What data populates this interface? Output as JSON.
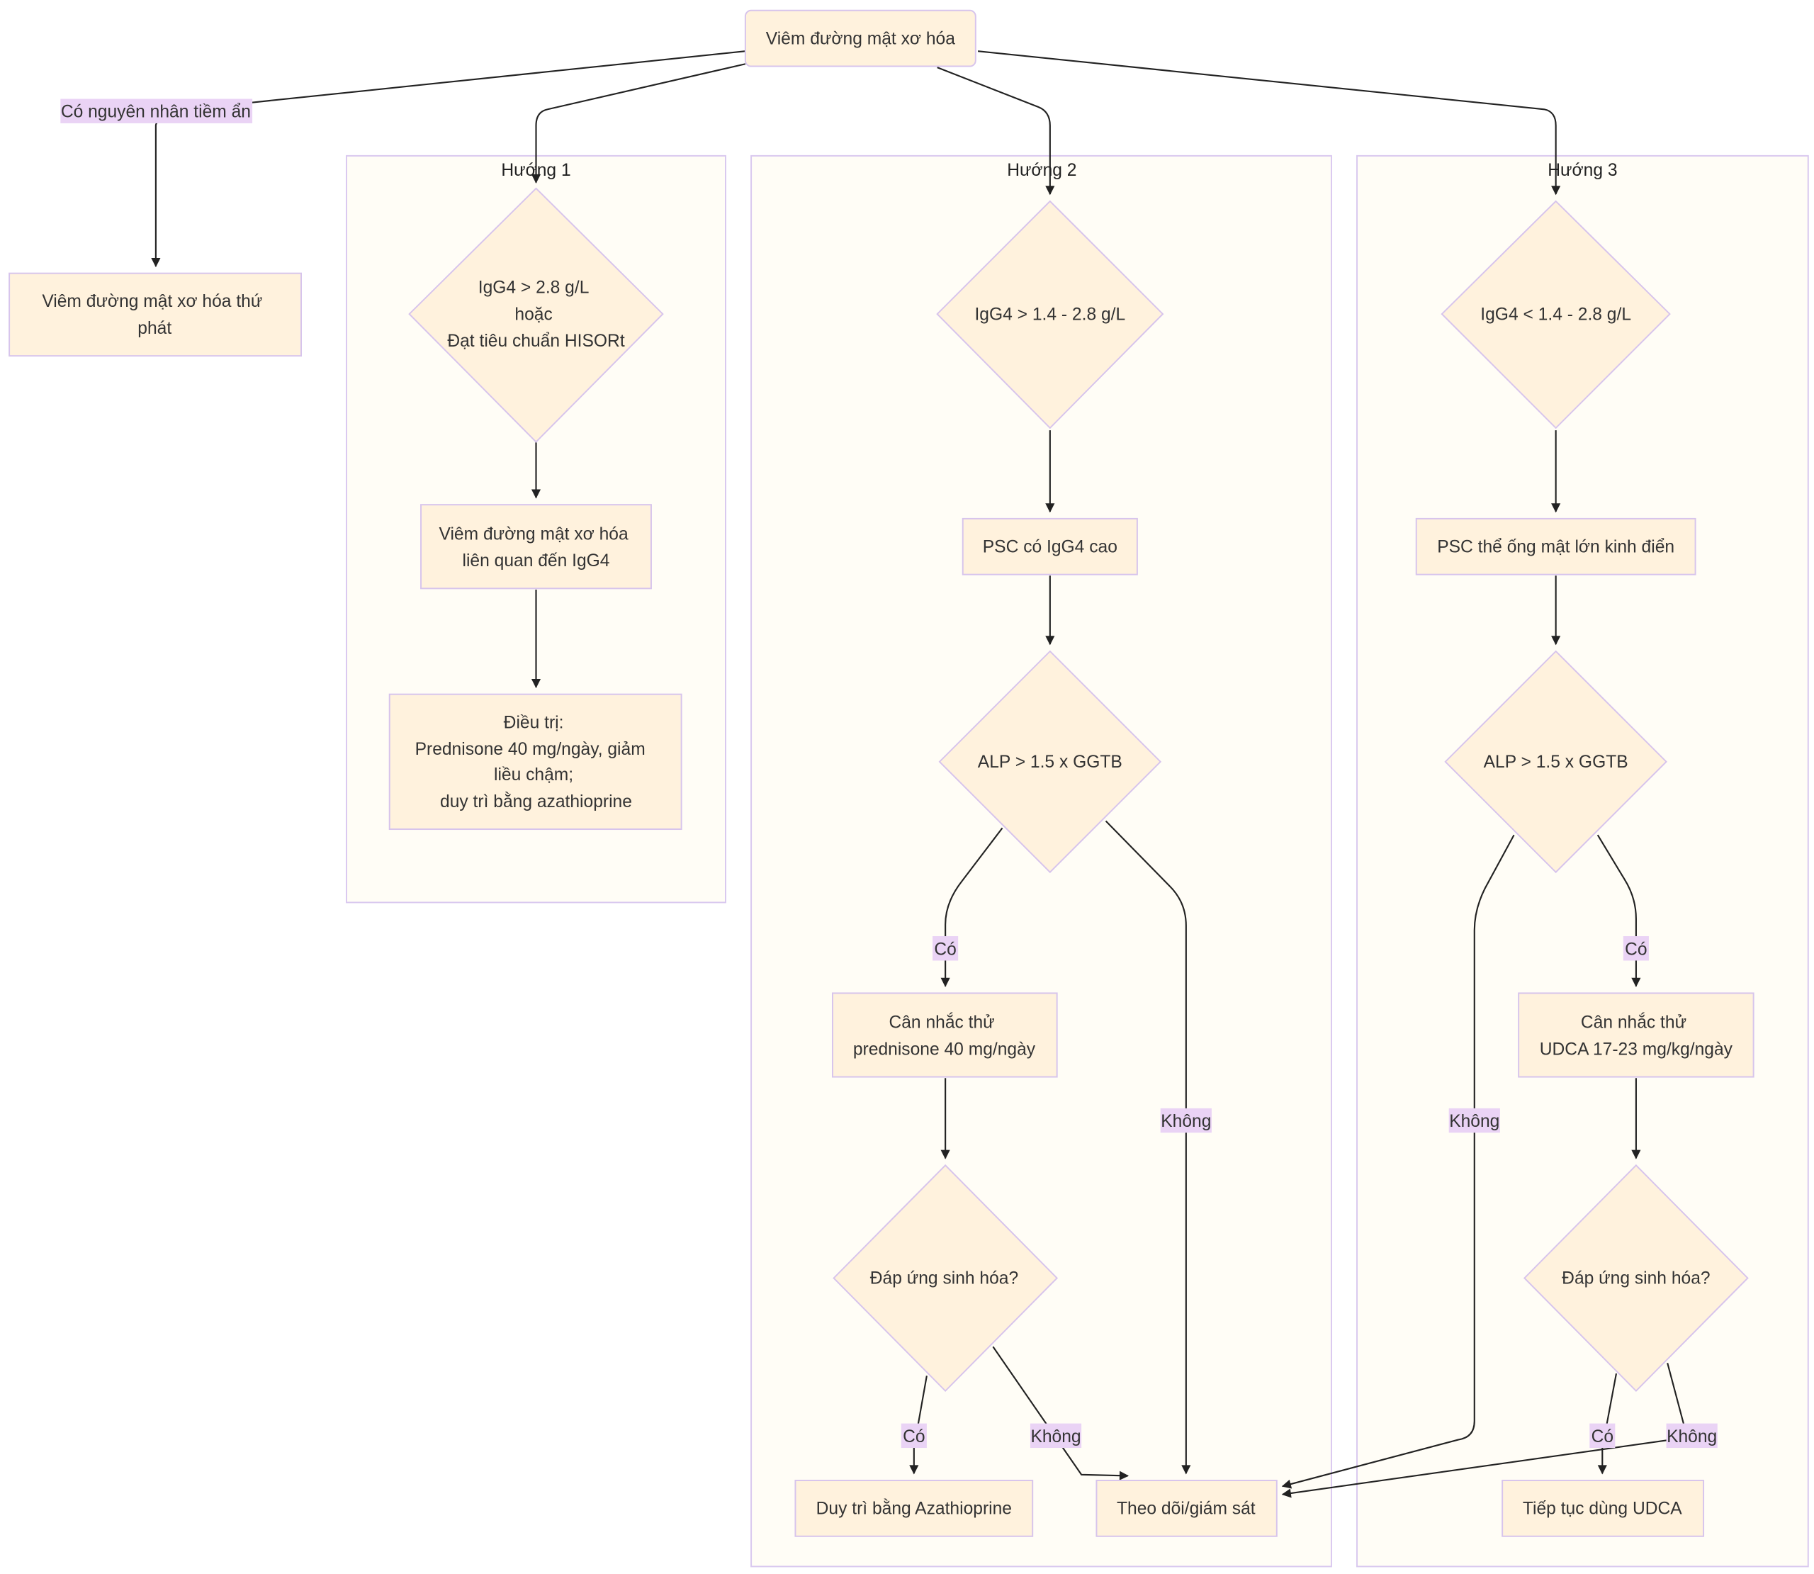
{
  "nodes": {
    "root": [
      "Viêm đường mật xơ hóa"
    ],
    "secondary": [
      "Viêm đường mật xơ hóa thứ",
      "phát"
    ],
    "b1_decision": [
      "IgG4 > 2.8 g/L",
      "hoặc",
      "Đạt tiêu chuẩn HISORt"
    ],
    "b1_disease": [
      "Viêm đường mật xơ hóa",
      "liên quan đến IgG4"
    ],
    "b1_treatment": [
      "Điều trị:",
      "Prednisone 40 mg/ngày, giảm",
      "liều chậm;",
      "duy trì bằng azathioprine"
    ],
    "b2_decision": [
      "IgG4 > 1.4 - 2.8 g/L"
    ],
    "b2_psc": [
      "PSC có IgG4 cao"
    ],
    "b2_alp": [
      "ALP > 1.5 x GGTB"
    ],
    "b2_trial": [
      "Cân nhắc thử",
      "prednisone 40 mg/ngày"
    ],
    "b2_response": [
      "Đáp ứng sinh hóa?"
    ],
    "b2_maintain": [
      "Duy trì bằng Azathioprine"
    ],
    "monitor": [
      "Theo dõi/giám sát"
    ],
    "b3_decision": [
      "IgG4 < 1.4 - 2.8 g/L"
    ],
    "b3_psc": [
      "PSC thể ống mật lớn kinh điển"
    ],
    "b3_alp": [
      "ALP > 1.5 x GGTB"
    ],
    "b3_trial": [
      "Cân nhắc thử",
      "UDCA 17-23 mg/kg/ngày"
    ],
    "b3_response": [
      "Đáp ứng sinh hóa?"
    ],
    "b3_continue": [
      "Tiếp tục dùng UDCA"
    ]
  },
  "clusters": {
    "branch1": "Hướng 1",
    "branch2": "Hướng 2",
    "branch3": "Hướng 3"
  },
  "edge_labels": {
    "underlying_cause": "Có nguyên nhân tiềm ẩn",
    "b2_alp_yes": "Có",
    "b2_alp_no": "Không",
    "b2_resp_yes": "Có",
    "b2_resp_no": "Không",
    "b3_alp_yes": "Có",
    "b3_alp_no": "Không",
    "b3_resp_yes": "Có",
    "b3_resp_no": "Không"
  },
  "colors": {
    "node_fill": "#fff2dd",
    "node_stroke": "#d7c4ec",
    "cluster_fill": "#fffdf6",
    "cluster_stroke": "#d9c8ef",
    "edge_label_bg": "#ead3f5",
    "edge": "#222222"
  }
}
